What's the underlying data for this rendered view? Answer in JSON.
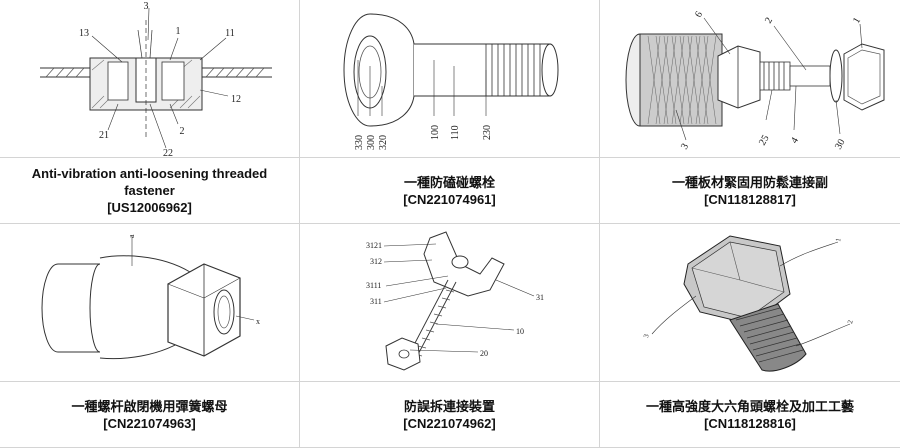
{
  "results": [
    {
      "title": "Anti-vibration anti-loosening threaded fastener",
      "pub_number": "[US12006962]",
      "figure_labels": [
        "3",
        "13",
        "1",
        "11",
        "12",
        "21",
        "2",
        "22"
      ]
    },
    {
      "title": "一種防磕碰螺栓",
      "pub_number": "[CN221074961]",
      "figure_labels": [
        "330",
        "300",
        "320",
        "100",
        "110",
        "230"
      ]
    },
    {
      "title": "一種板材緊固用防鬆連接副",
      "pub_number": "[CN118128817]",
      "figure_labels": [
        "6",
        "2",
        "1",
        "3",
        "25",
        "4",
        "30"
      ]
    },
    {
      "title": "一種螺杆啟閉機用彈簧螺母",
      "pub_number": "[CN221074963]",
      "figure_labels": [
        "a",
        "x"
      ]
    },
    {
      "title": "防誤拆連接裝置",
      "pub_number": "[CN221074962]",
      "figure_labels": [
        "3121",
        "312",
        "3111",
        "311",
        "31",
        "10",
        "20"
      ]
    },
    {
      "title": "一種高強度大六角頭螺栓及加工工藝",
      "pub_number": "[CN118128816]",
      "figure_labels": [
        "1",
        "3",
        "2"
      ]
    }
  ]
}
